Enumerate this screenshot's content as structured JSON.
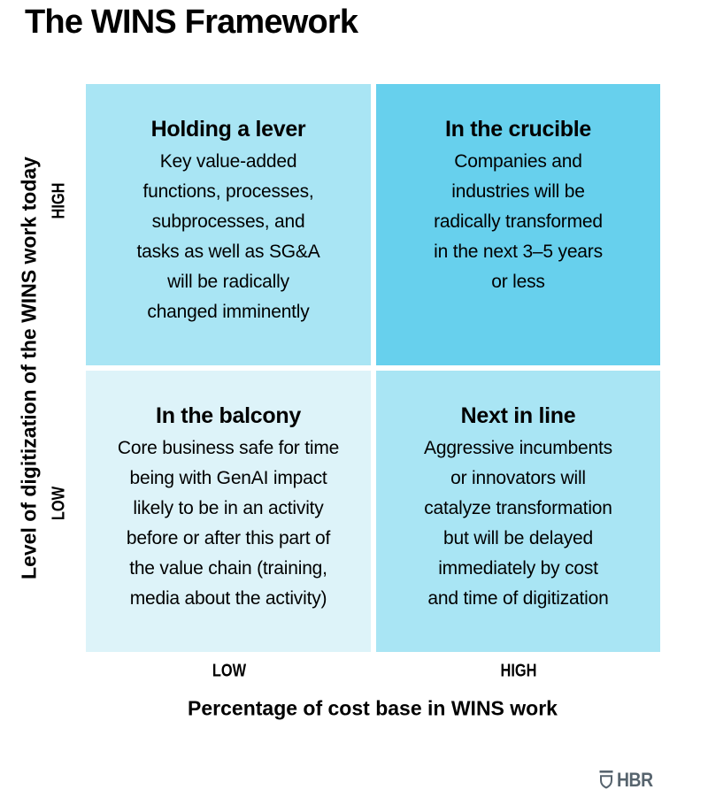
{
  "page": {
    "title": "The WINS Framework"
  },
  "colors": {
    "quadrant_top_left": "#a9e5f4",
    "quadrant_top_right": "#67d0ed",
    "quadrant_bottom_left": "#ddf3f9",
    "quadrant_bottom_right": "#a9e5f4",
    "gap": "#ffffff",
    "text": "#000000",
    "logo_gray": "#57646e"
  },
  "matrix": {
    "y_axis": {
      "label": "Level of digitization of the WINS work today",
      "tick_high": "HIGH",
      "tick_low": "LOW"
    },
    "x_axis": {
      "label": "Percentage of cost base in WINS work",
      "tick_low": "LOW",
      "tick_high": "HIGH"
    },
    "quadrants": {
      "top_left": {
        "heading": "Holding a lever",
        "body": "Key value-added\nfunctions, processes,\nsubprocesses, and\ntasks as well as SG&A\nwill be radically\nchanged imminently"
      },
      "top_right": {
        "heading": "In the crucible",
        "body": "Companies and\nindustries will be\nradically transformed\nin the next 3–5 years\nor less"
      },
      "bottom_left": {
        "heading": "In the balcony",
        "body": "Core business safe for time\nbeing with GenAI impact\nlikely to be in an activity\nbefore or after this part of\nthe value chain (training,\nmedia about the activity)"
      },
      "bottom_right": {
        "heading": "Next in line",
        "body": "Aggressive incumbents\nor innovators will\ncatalyze transformation\nbut will be delayed\nimmediately by cost\nand time of digitization"
      }
    }
  },
  "logo": {
    "text": "HBR",
    "icon": "hbr-shield-icon"
  }
}
